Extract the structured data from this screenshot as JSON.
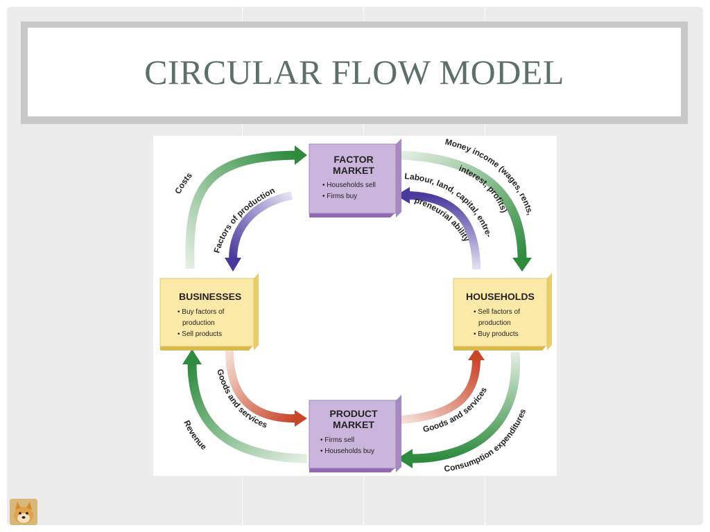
{
  "slide": {
    "title": "CIRCULAR FLOW MODEL"
  },
  "diagram": {
    "boxes": {
      "factor_market": {
        "title_line1": "FACTOR",
        "title_line2": "MARKET",
        "bullets": [
          "• Households sell",
          "• Firms buy"
        ]
      },
      "businesses": {
        "title": "BUSINESSES",
        "bullets": [
          "• Buy factors of",
          "production",
          "• Sell products"
        ]
      },
      "households": {
        "title": "HOUSEHOLDS",
        "bullets": [
          "• Sell factors of",
          "production",
          "• Buy products"
        ]
      },
      "product_market": {
        "title_line1": "PRODUCT",
        "title_line2": "MARKET",
        "bullets": [
          "• Firms sell",
          "• Households buy"
        ]
      }
    },
    "flows": {
      "costs": "Costs",
      "factors_of_production": "Factors of production",
      "money_income_1": "Money income (wages, rents,",
      "money_income_2": "interest, profits)",
      "labour_1": "Labour, land, capital, entre-",
      "labour_2": "preneurial ability",
      "goods_services_left": "Goods and services",
      "goods_services_right": "Goods and services",
      "revenue": "Revenue",
      "consumption": "Consumption expenditures"
    },
    "colors": {
      "money_flow": "#2e8b3e",
      "factors_flow": "#4a3a9c",
      "goods_flow": "#c8462a",
      "market_box": "#cab6dc",
      "sector_box": "#fbe9a8"
    }
  },
  "logo": {
    "icon": "doge-logo-icon"
  }
}
